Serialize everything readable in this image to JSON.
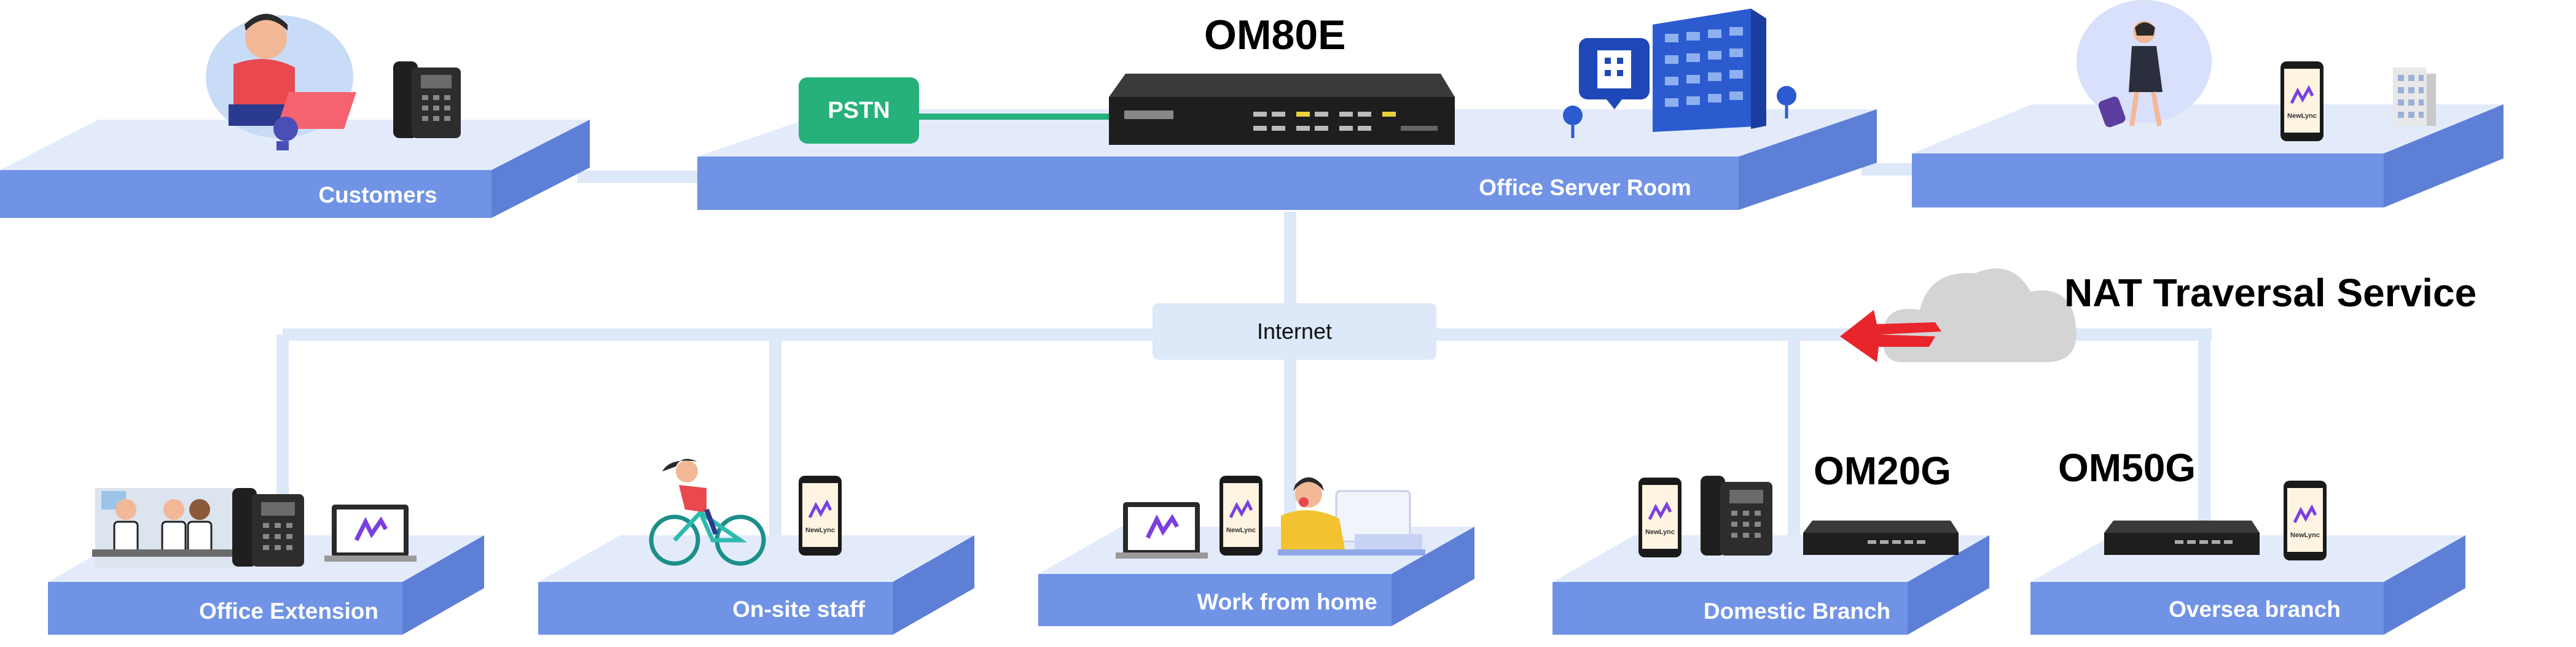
{
  "diagram": {
    "hub": {
      "device": "OM80E",
      "label": "Office Server Room",
      "pstn": "PSTN"
    },
    "internet_label": "Internet",
    "nat_service": "NAT Traversal Service",
    "top_sites": [
      {
        "label": "Customers"
      },
      {
        "label": ""
      }
    ],
    "branch_sites": [
      {
        "label": "Office Extension"
      },
      {
        "label": "On-site staff"
      },
      {
        "label": "Work from home"
      },
      {
        "label": "Domestic Branch",
        "device": "OM20G"
      },
      {
        "label": "Oversea branch",
        "device": "OM50G"
      }
    ],
    "app_logo_text": "NewLync",
    "colors": {
      "platform_front": "#7093e6",
      "platform_top": "#e3ebfb",
      "connector": "#dde8f8",
      "pstn": "#26b07a",
      "cloud": "#d4d4d4",
      "arrow": "#e8252b"
    }
  }
}
